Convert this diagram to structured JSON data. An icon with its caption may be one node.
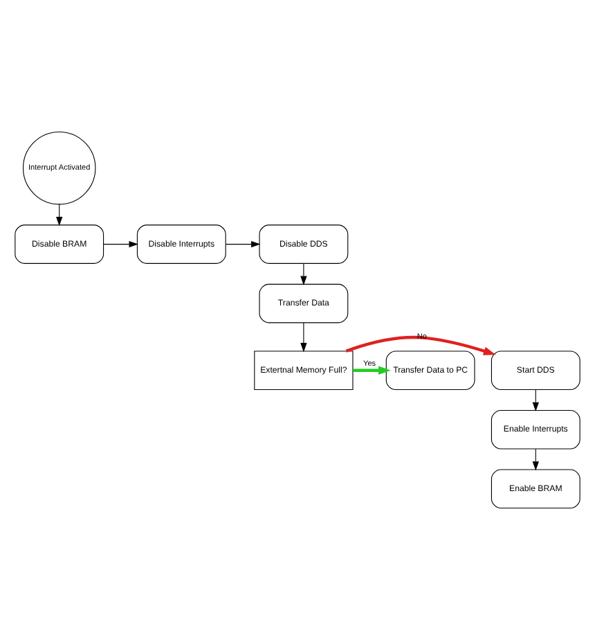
{
  "diagram": {
    "nodes": [
      {
        "text": [
          "Interrupt Activated"
        ]
      },
      {
        "text": [
          "Disable BRAM"
        ]
      },
      {
        "text": [
          "Disable Interrupts"
        ]
      },
      {
        "text": [
          "Disable DDS"
        ]
      },
      {
        "text": [
          "Transfer Data"
        ]
      },
      {
        "text": [
          "Start DDS"
        ]
      },
      {
        "text": [
          "Extertnal Memory Full?"
        ]
      },
      {
        "text": [
          "Transfer Data to PC"
        ]
      },
      {
        "text": [
          "Enable Interrupts"
        ]
      },
      {
        "text": [
          "Enable BRAM"
        ]
      }
    ],
    "edges": [
      {
        "from": 0,
        "to": 1,
        "arrow": "to"
      },
      {
        "from": 1,
        "to": 2,
        "arrow": "to"
      },
      {
        "from": 2,
        "to": 3,
        "arrow": "to"
      },
      {
        "from": 3,
        "to": 4,
        "arrow": "to"
      },
      {
        "from": 4,
        "to": 6,
        "arrow": "to"
      },
      {
        "from": 6,
        "to": 5,
        "arrow": "to",
        "label": "No",
        "style": "thick",
        "color": "#e02020"
      },
      {
        "from": 6,
        "to": 7,
        "arrow": "to",
        "label": "Yes",
        "style": "thick",
        "color": "#22cc22"
      },
      {
        "from": 5,
        "to": 8,
        "arrow": "to"
      },
      {
        "from": 8,
        "to": 9,
        "arrow": "to"
      }
    ]
  }
}
